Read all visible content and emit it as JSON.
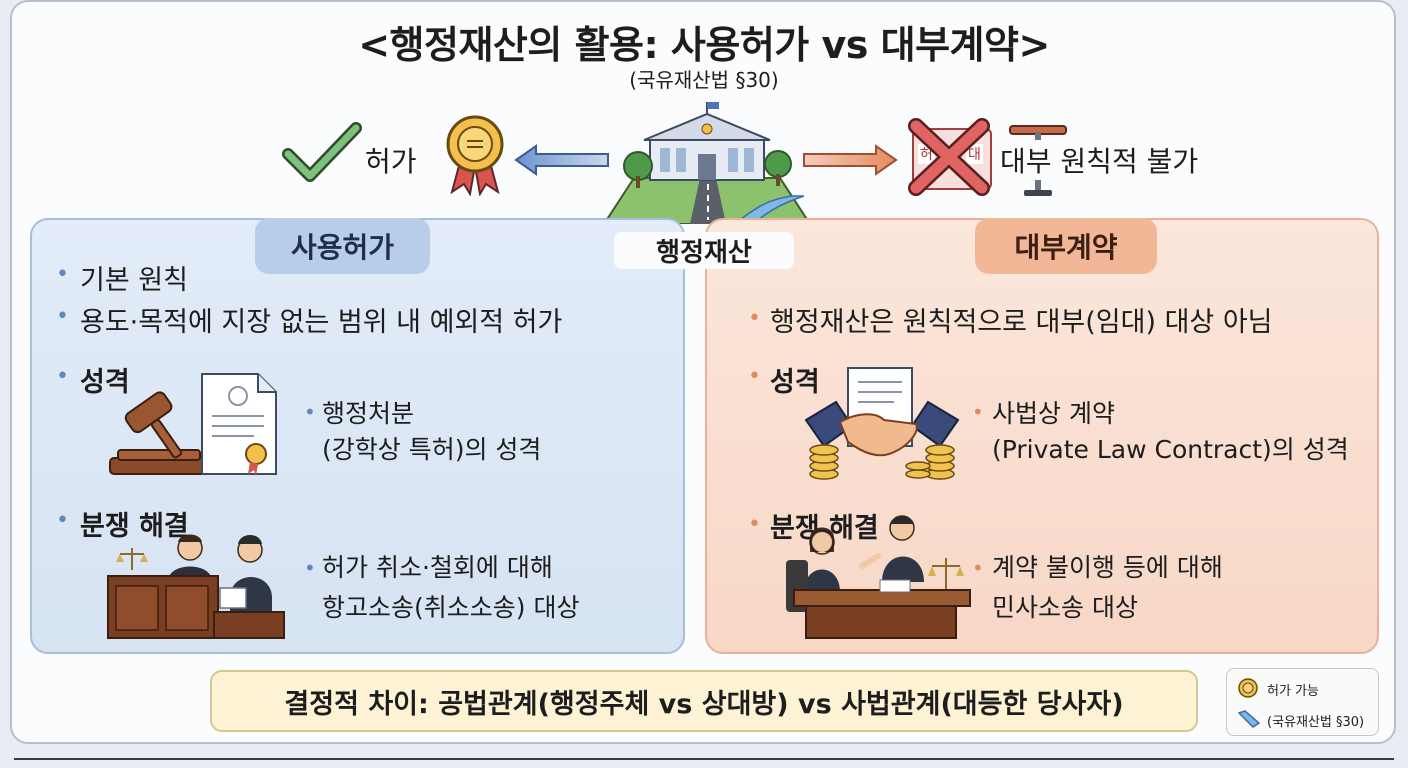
{
  "header": {
    "title": "<행정재산의 활용: 사용허가 vs 대부계약>",
    "subtitle": "(국유재산법 §30)"
  },
  "top": {
    "permit_label": "허가",
    "lease_label": "대부 원칙적 불가",
    "center_label": "행정재산",
    "sign_text_1": "허",
    "sign_text_2": "대"
  },
  "left": {
    "tab": "사용허가",
    "principle_head": "기본 원칙",
    "principle_text": "용도·목적에 지장 없는 범위 내 예외적 허가",
    "nature_head": "성격",
    "nature_line1": "행정처분",
    "nature_line2": "(강학상 특허)의 성격",
    "dispute_head": "분쟁 해결",
    "dispute_line1": "허가 취소·철회에 대해",
    "dispute_line2": "항고소송(취소소송) 대상"
  },
  "right": {
    "tab": "대부계약",
    "principle_text": "행정재산은 원칙적으로 대부(임대) 대상 아님",
    "nature_head": "성격",
    "nature_line1": "사법상 계약",
    "nature_line2": "(Private Law Contract)의 성격",
    "dispute_head": "분쟁 해결",
    "dispute_line1": "계약 불이행 등에 대해",
    "dispute_line2": "민사소송 대상"
  },
  "bottom": {
    "text": "결정적 차이: 공법관계(행정주체 vs 상대방) vs 사법관계(대등한 당사자)"
  },
  "legend": {
    "item1": "허가 가능",
    "item2": "(국유재산법 §30)"
  },
  "colors": {
    "permit_accent": "#5f87c2",
    "lease_accent": "#e08b5d",
    "check_green": "#5aa85a",
    "cross_red": "#d9534f"
  }
}
